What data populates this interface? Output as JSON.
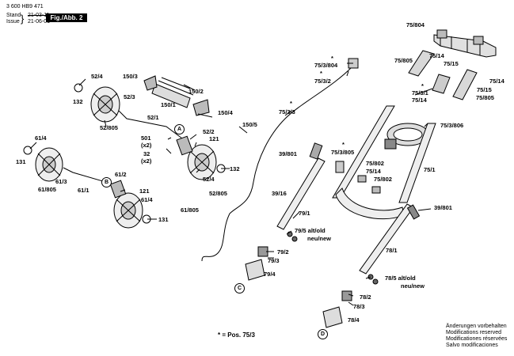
{
  "header": {
    "doc_number": "3 600 HB9 471",
    "stand_label": "Stand",
    "issue_label": "Issue",
    "stand_date_struck": "21-03-11",
    "issue_date": "21-06-01",
    "figure_label": "Fig./Abb. 2"
  },
  "labels": {
    "l_75_804": "75/804",
    "l_75_14a": "75/14",
    "l_75_805a": "75/805",
    "l_75_15a": "75/15",
    "l_star_1": "*",
    "l_75_3_804": "75/3/804",
    "l_star_2": "*",
    "l_75_3_2": "75/3/2",
    "l_75_14b": "75/14",
    "l_75_15b": "75/15",
    "l_75_805b": "75/805",
    "l_star_3": "*",
    "l_75_3_1": "75/3/1",
    "l_75_14c": "75/14",
    "l_star_4": "*",
    "l_75_3_3": "75/3/3",
    "l_75_3_806": "75/3/806",
    "l_150_3": "150/3",
    "l_150_2": "150/2",
    "l_150_1": "150/1",
    "l_150_4": "150/4",
    "l_150_5": "150/5",
    "l_52_4a": "52/4",
    "l_132a": "132",
    "l_52_3": "52/3",
    "l_52_805a": "52/805",
    "l_52_1": "52/1",
    "l_A": "A",
    "l_52_2": "52/2",
    "l_121a": "121",
    "l_501": "501",
    "l_x2a": "(x2)",
    "l_32": "32",
    "l_x2b": "(x2)",
    "l_132b": "132",
    "l_52_4b": "52/4",
    "l_52_805b": "52/805",
    "l_61_4a": "61/4",
    "l_131a": "131",
    "l_61_805a": "61/805",
    "l_61_3": "61/3",
    "l_61_1": "61/1",
    "l_61_2": "61/2",
    "l_B": "B",
    "l_121b": "121",
    "l_61_4b": "61/4",
    "l_61_805b": "61/805",
    "l_131b": "131",
    "l_39_801a": "39/801",
    "l_star_5": "*",
    "l_75_3_805": "75/3/805",
    "l_75_802a": "75/802",
    "l_75_14d": "75/14",
    "l_75_802b": "75/802",
    "l_75_1": "75/1",
    "l_39_16": "39/16",
    "l_79_1": "79/1",
    "l_39_801b": "39/801",
    "l_79_5": "79/5 alt/old",
    "l_neu_new_a": "neu/new",
    "l_79_2": "79/2",
    "l_79_3": "79/3",
    "l_79_4": "79/4",
    "l_C": "C",
    "l_78_1": "78/1",
    "l_78_5": "78/5 alt/old",
    "l_neu_new_b": "neu/new",
    "l_78_2": "78/2",
    "l_78_3": "78/3",
    "l_78_4": "78/4",
    "l_D": "D"
  },
  "footnote": "* = Pos. 75/3",
  "notes": [
    "Änderungen vorbehalten",
    "Modifications reserved",
    "Modificationes réservées",
    "Salvo modificaciones"
  ]
}
